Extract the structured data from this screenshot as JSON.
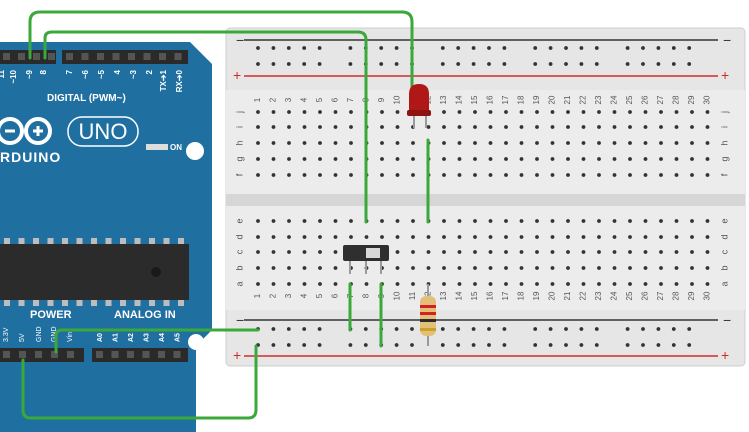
{
  "arduino": {
    "board_color": "#1f6fa1",
    "logo_text": "UNO",
    "brand_text": "RDUINO",
    "digital_label": "DIGITAL (PWM~)",
    "on_label": "ON",
    "power_label": "POWER",
    "analog_label": "ANALOG IN",
    "digital_pins": [
      "11",
      "~10",
      "~9",
      "8",
      "7",
      "~6",
      "~5",
      "4",
      "~3",
      "2",
      "TX➔1",
      "RX➔0"
    ],
    "power_pins": [
      "3.3V",
      "5V",
      "GND",
      "GND",
      "Vin"
    ],
    "analog_pins": [
      "A0",
      "A1",
      "A2",
      "A3",
      "A4",
      "A5"
    ]
  },
  "breadboard": {
    "columns": [
      "1",
      "2",
      "3",
      "4",
      "5",
      "6",
      "7",
      "8",
      "9",
      "10",
      "11",
      "12",
      "13",
      "14",
      "15",
      "16",
      "17",
      "18",
      "19",
      "20",
      "21",
      "22",
      "23",
      "24",
      "25",
      "26",
      "27",
      "28",
      "29",
      "30"
    ],
    "rows_top": [
      "j",
      "i",
      "h",
      "g",
      "f"
    ],
    "rows_bottom": [
      "e",
      "d",
      "c",
      "b",
      "a"
    ],
    "rail_minus": "−",
    "rail_plus": "+"
  },
  "components": {
    "led_color": "#b01818",
    "wire_color": "#3aa83a",
    "resistor_bands": [
      "#d42020",
      "#d42020",
      "#2b2b2b",
      "#c9a227"
    ]
  }
}
